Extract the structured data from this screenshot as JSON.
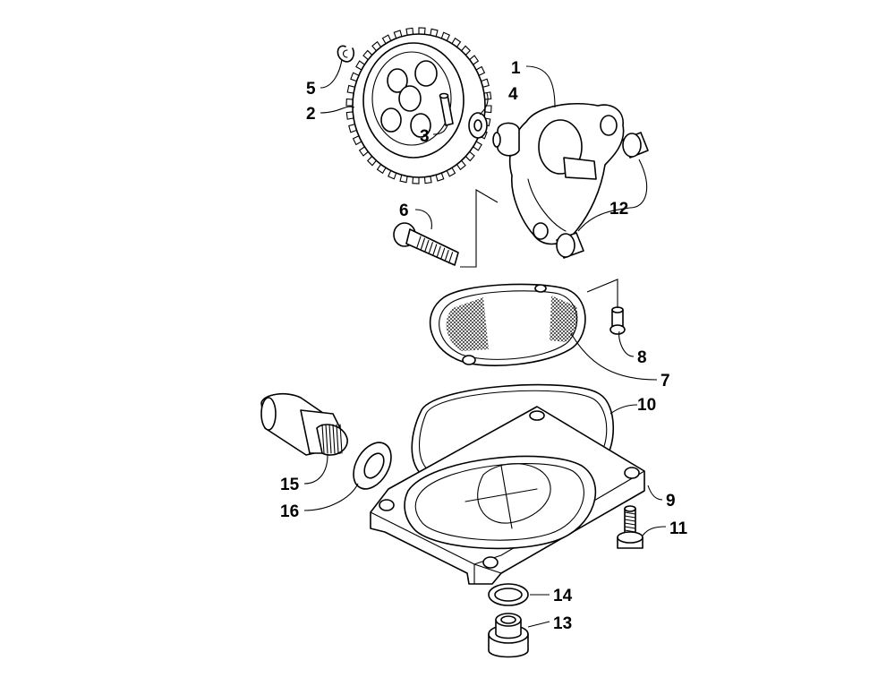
{
  "diagram": {
    "callouts": [
      "1",
      "2",
      "3",
      "4",
      "5",
      "6",
      "7",
      "8",
      "9",
      "10",
      "11",
      "12",
      "13",
      "14",
      "15",
      "16"
    ]
  }
}
